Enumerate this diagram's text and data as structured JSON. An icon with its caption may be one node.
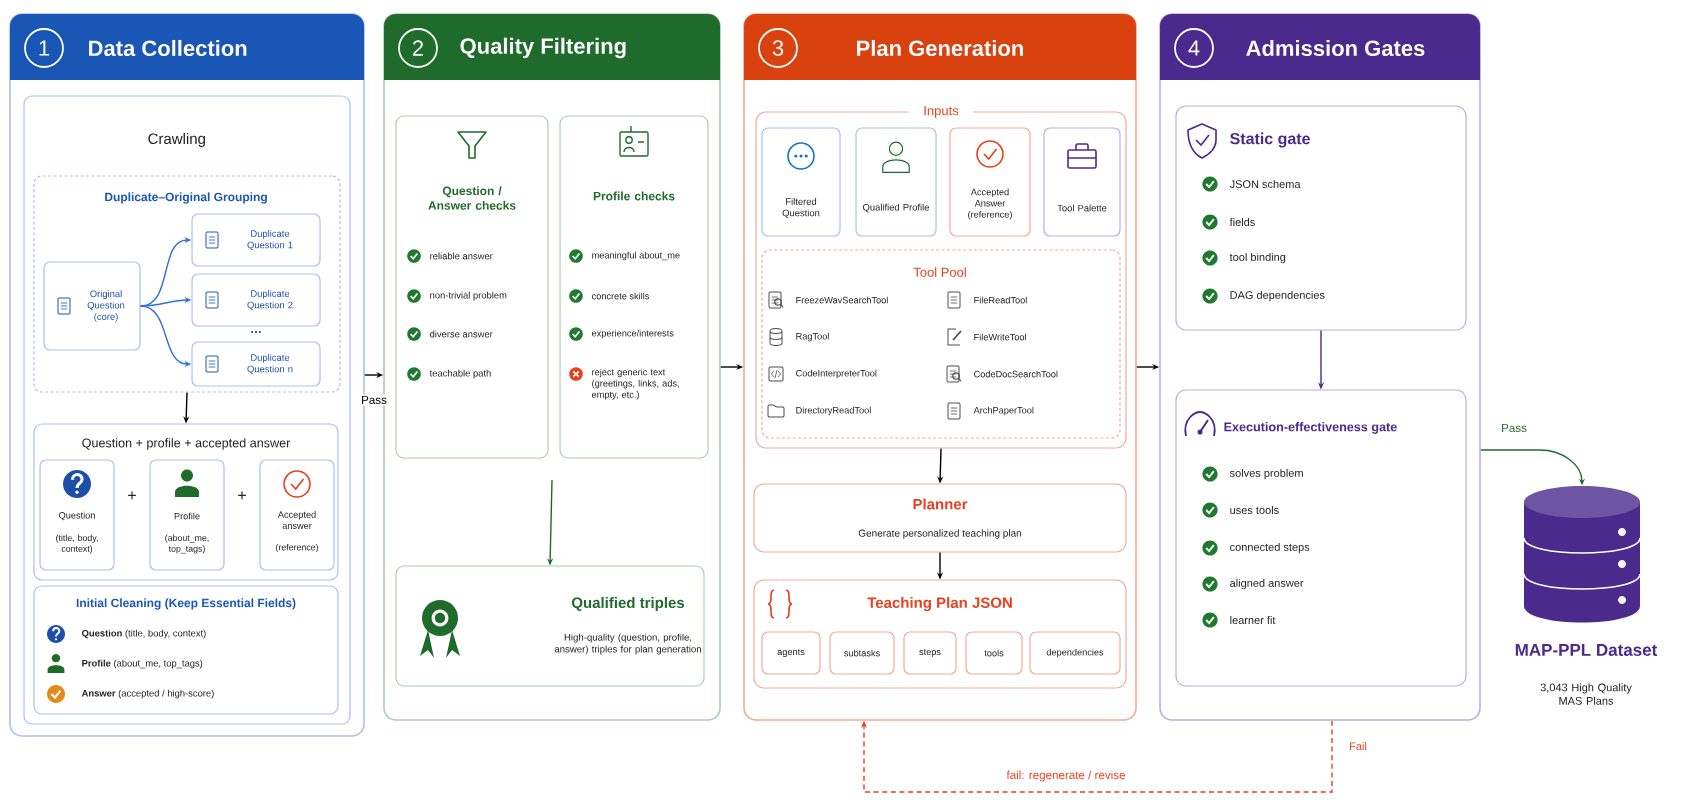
{
  "diagram": {
    "nodes": [
      {
        "text": [
          "1",
          "Data Collection"
        ]
      },
      {
        "text": [
          "Crawling"
        ],
        "in": 0
      },
      {
        "text": [
          "Duplicate–Original Grouping"
        ],
        "in": 1
      },
      {
        "text": [
          "Original Question (core)"
        ],
        "in": 2
      },
      {
        "text": [
          "Duplicate Question 1"
        ],
        "in": 2
      },
      {
        "text": [
          "Duplicate Question 2"
        ],
        "in": 2
      },
      {
        "text": [
          "Duplicate Question n"
        ],
        "in": 2
      },
      {
        "text": [
          "Question + profile + accepted answer"
        ],
        "in": 1
      },
      {
        "text": [
          "Question",
          "(title, body, context)"
        ],
        "in": 7
      },
      {
        "text": [
          "Profile",
          "(about_me, top_tags)"
        ],
        "in": 7
      },
      {
        "text": [
          "Accepted answer",
          "(reference)"
        ],
        "in": 7
      },
      {
        "text": [
          "Initial Cleaning (Keep Essential Fields)",
          "**Question** (title, body, context)",
          "**Profile** (about_me, top_tags)",
          "**Answer** (accepted / high-score)"
        ],
        "in": 1
      },
      {
        "text": [
          "2",
          "Quality Filtering"
        ]
      },
      {
        "text": [
          "Question / Answer checks",
          "reliable answer",
          "non-trivial problem",
          "diverse answer",
          "teachable path"
        ],
        "in": 12
      },
      {
        "text": [
          "Profile checks",
          "meaningful about_me",
          "concrete skills",
          "experience/interests",
          "reject generic text (greetings, links, ads, empty, etc.)"
        ],
        "in": 12
      },
      {
        "text": [
          "Qualified triples",
          "High-quality (question, profile, answer) triples for plan generation"
        ],
        "in": 12
      },
      {
        "text": [
          "3",
          "Plan Generation"
        ]
      },
      {
        "text": [
          "Inputs"
        ],
        "in": 16
      },
      {
        "text": [
          "Filtered Question"
        ],
        "in": 17
      },
      {
        "text": [
          "Qualified Profile"
        ],
        "in": 17
      },
      {
        "text": [
          "Accepted Answer (reference)"
        ],
        "in": 17
      },
      {
        "text": [
          "Tool Palette"
        ],
        "in": 17
      },
      {
        "text": [
          "Tool Pool",
          "FreezeWavSearchTool",
          "FileReadTool",
          "RagTool",
          "FileWriteTool",
          "CodeInterpreterTool",
          "CodeDocSearchTool",
          "DirectoryReadTool",
          "ArchPaperTool"
        ],
        "in": 17
      },
      {
        "text": [
          "Planner",
          "Generate personalized teaching plan"
        ],
        "in": 16
      },
      {
        "text": [
          "Teaching Plan JSON"
        ],
        "in": 16
      },
      {
        "text": [
          "agents"
        ],
        "in": 24
      },
      {
        "text": [
          "subtasks"
        ],
        "in": 24
      },
      {
        "text": [
          "steps"
        ],
        "in": 24
      },
      {
        "text": [
          "tools"
        ],
        "in": 24
      },
      {
        "text": [
          "dependencies"
        ],
        "in": 24
      },
      {
        "text": [
          "4",
          "Admission Gates"
        ]
      },
      {
        "text": [
          "Static gate",
          "JSON schema",
          "fields",
          "tool binding",
          "DAG dependencies"
        ],
        "in": 30
      },
      {
        "text": [
          "Execution-effectiveness gate",
          "solves problem",
          "uses tools",
          "connected steps",
          "aligned answer",
          "learner fit"
        ],
        "in": 30
      },
      {
        "text": [
          "MAP-PPL Dataset",
          "3,043 High Quality MAS Plans"
        ]
      }
    ],
    "edges": [
      {
        "from": 3,
        "to": 4,
        "arrow": "to",
        "color": "#2f6fe0"
      },
      {
        "from": 3,
        "to": 5,
        "arrow": "to",
        "color": "#2f6fe0"
      },
      {
        "from": 3,
        "to": 6,
        "arrow": "to",
        "color": "#2f6fe0"
      },
      {
        "from": 2,
        "to": 7,
        "arrow": "to"
      },
      {
        "from": 0,
        "to": 12,
        "arrow": "to",
        "label": "Pass"
      },
      {
        "from": 12,
        "to": 16,
        "arrow": "to"
      },
      {
        "from": null,
        "to": 15,
        "arrow": "to",
        "color": "#1f6b2b"
      },
      {
        "from": 17,
        "to": 23,
        "arrow": "to"
      },
      {
        "from": 23,
        "to": 24,
        "arrow": "to"
      },
      {
        "from": 16,
        "to": 30,
        "arrow": "to"
      },
      {
        "from": 31,
        "to": 32,
        "arrow": "to",
        "color": "#4a2a8c"
      },
      {
        "from": 30,
        "to": 33,
        "arrow": "to",
        "label": "Pass",
        "color": "#1f6b2b"
      },
      {
        "from": 30,
        "to": 16,
        "arrow": "to",
        "label": "fail: regenerate / revise",
        "style": "dashed",
        "color": "#e8401c"
      }
    ],
    "labels": [
      "…",
      "+",
      "+",
      "Fail"
    ]
  }
}
